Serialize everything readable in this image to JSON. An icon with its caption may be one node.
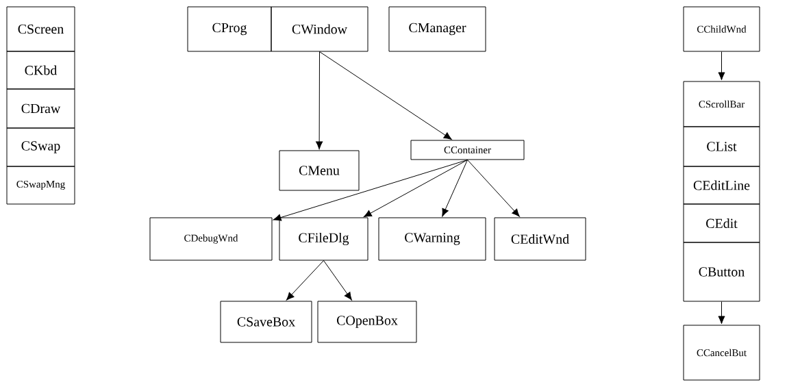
{
  "diagram": {
    "nodes": [
      {
        "text": [
          "CScreen"
        ]
      },
      {
        "text": [
          "CKbd"
        ]
      },
      {
        "text": [
          "CDraw"
        ]
      },
      {
        "text": [
          "CSwap"
        ]
      },
      {
        "text": [
          "CSwapMng"
        ]
      },
      {
        "text": [
          "CProg"
        ]
      },
      {
        "text": [
          "CWindow"
        ]
      },
      {
        "text": [
          "CManager"
        ]
      },
      {
        "text": [
          "CMenu"
        ]
      },
      {
        "text": [
          "CContainer"
        ]
      },
      {
        "text": [
          "CDebugWnd"
        ]
      },
      {
        "text": [
          "CFileDlg"
        ]
      },
      {
        "text": [
          "CWarning"
        ]
      },
      {
        "text": [
          "CEditWnd"
        ]
      },
      {
        "text": [
          "CSaveBox"
        ]
      },
      {
        "text": [
          "COpenBox"
        ]
      },
      {
        "text": [
          "CChildWnd"
        ]
      },
      {
        "text": [
          "CScrollBar"
        ]
      },
      {
        "text": [
          "CList"
        ]
      },
      {
        "text": [
          "CEditLine"
        ]
      },
      {
        "text": [
          "CEdit"
        ]
      },
      {
        "text": [
          "CButton"
        ]
      },
      {
        "text": [
          "CCancelBut"
        ]
      }
    ],
    "edges": [
      {
        "from": 6,
        "to": 8,
        "arrow": "to"
      },
      {
        "from": 6,
        "to": 9,
        "arrow": "to"
      },
      {
        "from": 9,
        "to": 10,
        "arrow": "to"
      },
      {
        "from": 9,
        "to": 11,
        "arrow": "to"
      },
      {
        "from": 9,
        "to": 12,
        "arrow": "to"
      },
      {
        "from": 9,
        "to": 13,
        "arrow": "to"
      },
      {
        "from": 11,
        "to": 14,
        "arrow": "to"
      },
      {
        "from": 11,
        "to": 15,
        "arrow": "to"
      },
      {
        "from": 16,
        "to": 17,
        "arrow": "to"
      },
      {
        "from": 21,
        "to": 22,
        "arrow": "to"
      }
    ]
  }
}
